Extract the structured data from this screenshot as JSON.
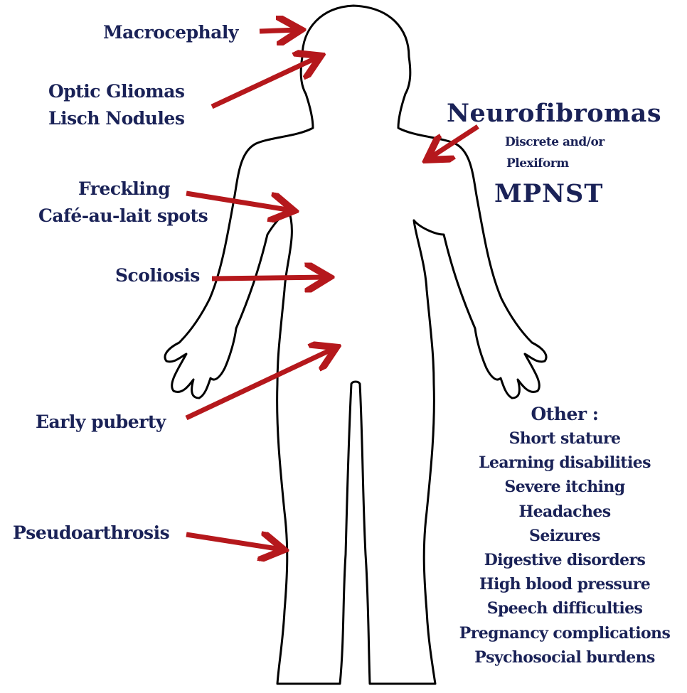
{
  "labels": {
    "macrocephaly": "Macrocephaly",
    "optic_gliomas": "Optic Gliomas",
    "lisch_nodules": "Lisch Nodules",
    "freckling": "Freckling",
    "cafe_au_lait": "Café-au-lait spots",
    "scoliosis": "Scoliosis",
    "early_puberty": "Early puberty",
    "pseudoarthrosis": "Pseudoarthrosis",
    "neurofibromas": "Neurofibromas",
    "discrete_andor": "Discrete and/or",
    "plexiform": "Plexiform",
    "mpnst": "MPNST"
  },
  "other": {
    "title": "Other :",
    "items": [
      "Short stature",
      "Learning disabilities",
      "Severe itching",
      "Headaches",
      "Seizures",
      "Digestive disorders",
      "High blood pressure",
      "Speech difficulties",
      "Pregnancy complications",
      "Psychosocial burdens"
    ]
  },
  "colors": {
    "text": "#1a2257",
    "arrow": "#b5181c",
    "outline": "#000000"
  }
}
